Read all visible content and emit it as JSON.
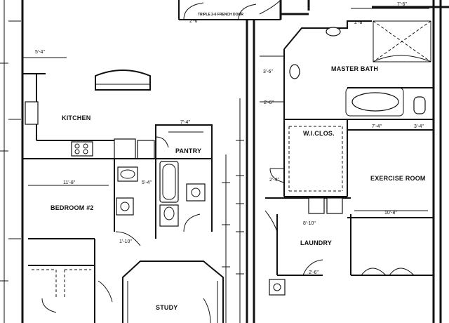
{
  "rooms": {
    "kitchen": "KITCHEN",
    "pantry": "PANTRY",
    "bedroom2": "BEDROOM #2",
    "master_bath": "MASTER BATH",
    "wi_clos": "W.I.CLOS.",
    "exercise_room": "EXERCISE ROOM",
    "laundry": "LAUNDRY",
    "study": "STUDY"
  },
  "notes": {
    "french_door": "TRIPLE 2-6 FRENCH DOOR"
  },
  "dimensions": {
    "d_5_4": "5'-4\"",
    "d_7_4_pantry": "7'-4\"",
    "d_11_8": "11'-8\"",
    "d_7_6": "7'-6\"",
    "d_7_4_ex": "7'-4\"",
    "d_3_4": "3'-4\"",
    "d_10_8": "10'-8\"",
    "d_8_10": "8'-10\"",
    "d_2_6a": "2'-6\"",
    "d_2_6b": "2'-6\"",
    "d_2_6c": "2'-6\"",
    "d_2_4": "2'-4\"",
    "d_2_8": "2'-8\"",
    "d_3_6": "3'-6\"",
    "d_5_4b": "5'-4\"",
    "d_1_10": "1'-10\""
  },
  "colors": {
    "line": "#111111",
    "paper": "#ffffff"
  }
}
